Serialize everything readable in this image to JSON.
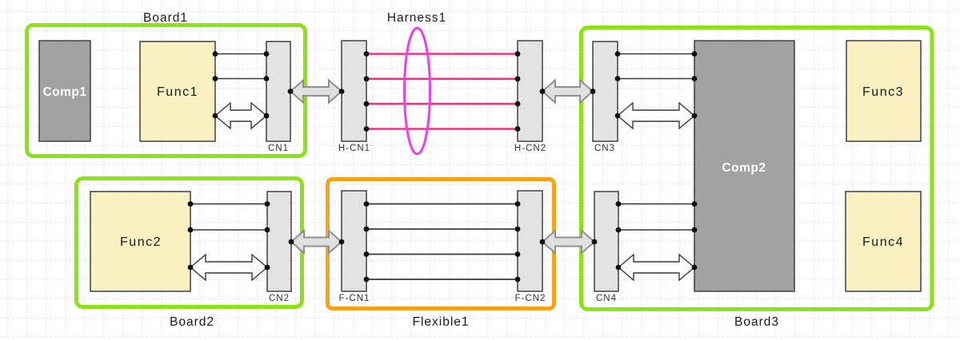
{
  "colors": {
    "board_outline": "#8CE214",
    "flexible_outline": "#F6A21D",
    "harness_ellipse": "#EE3CEE",
    "harness_wire": "#EE3388",
    "function_fill": "#FAF1C3",
    "component_fill": "#A2A2A2",
    "connector_fill": "#E3E3E3",
    "wire": "#383838",
    "box_border": "#404040",
    "grid_line": "#CCCCCC",
    "arrow_white_fill": "#FFFFFF",
    "arrow_gray_fill": "#E0E0E0",
    "arrow_gray_border": "#8F8F8F",
    "label_color": "#1A1A1A",
    "component_text": "#FFFFFF"
  },
  "labels": {
    "board1": "Board1",
    "board2": "Board2",
    "board3": "Board3",
    "flexible1": "Flexible1",
    "harness1": "Harness1",
    "comp1": "Comp1",
    "comp2": "Comp2",
    "func1": "Func1",
    "func2": "Func2",
    "func3": "Func3",
    "func4": "Func4",
    "cn1": "CN1",
    "cn2": "CN2",
    "cn3": "CN3",
    "cn4": "CN4",
    "hcn1": "H-CN1",
    "hcn2": "H-CN2",
    "fcn1": "F-CN1",
    "fcn2": "F-CN2"
  }
}
